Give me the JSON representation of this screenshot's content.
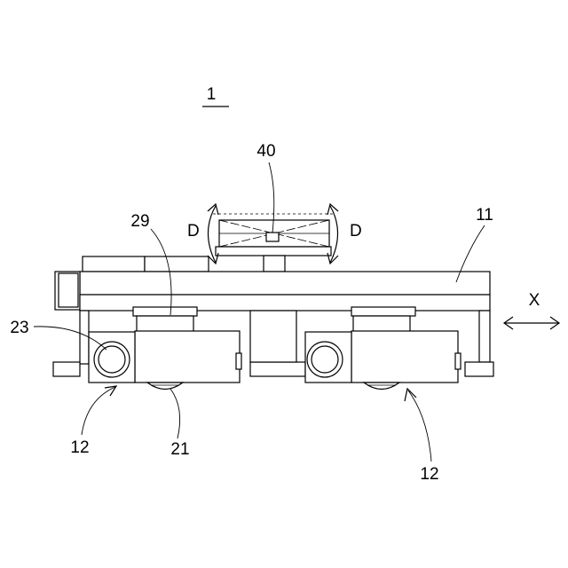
{
  "figure": {
    "reference_numeral": "1",
    "labels": {
      "part_40": "40",
      "part_11": "11",
      "part_29": "29",
      "part_23": "23",
      "part_21": "21",
      "part_12_left": "12",
      "part_12_right": "12",
      "dir_d_left": "D",
      "dir_d_right": "D",
      "dir_x": "X"
    }
  }
}
